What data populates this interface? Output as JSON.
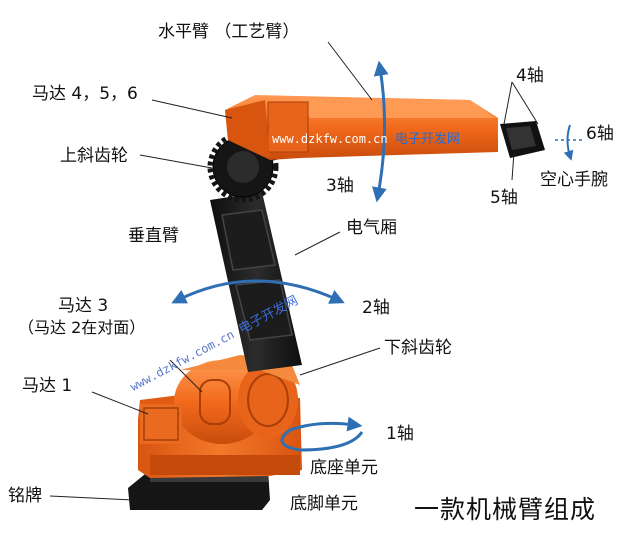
{
  "labels": {
    "horizontal_arm": "水平臂 （工艺臂）",
    "motor_456": "马达 4，5，6",
    "upper_bevel_gear": "上斜齿轮",
    "axis3": "3轴",
    "vertical_arm": "垂直臂",
    "electric_box": "电气厢",
    "motor3": "马达 3",
    "motor2_note": "（马达 2在对面）",
    "axis2": "2轴",
    "lower_bevel_gear": "下斜齿轮",
    "motor1": "马达 1",
    "axis1": "1轴",
    "base_unit": "底座单元",
    "nameplate": "铭牌",
    "foot_unit": "底脚单元",
    "axis4": "4轴",
    "axis5": "5轴",
    "axis6": "6轴",
    "hollow_wrist": "空心手腕"
  },
  "caption": "一款机械臂组成",
  "watermark": {
    "url": "www.dzkfw.com.cn",
    "name": "电子开发网"
  },
  "colors": {
    "robot_orange": "#f26a1b",
    "robot_dark": "#1a1a1a",
    "arrow_blue": "#2f6fb3",
    "leader_line": "#222222"
  }
}
